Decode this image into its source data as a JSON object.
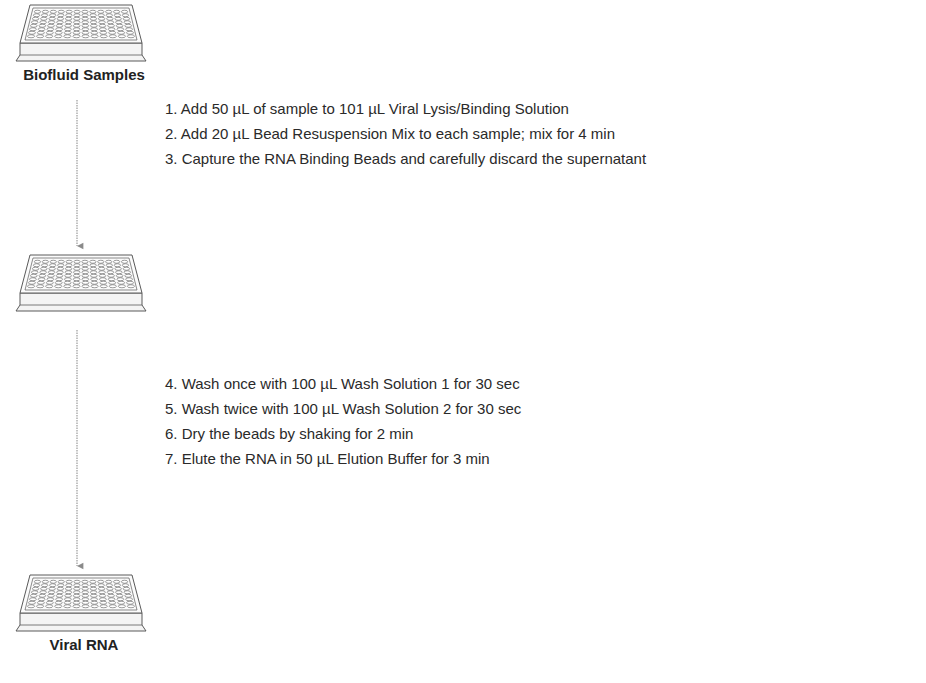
{
  "diagram": {
    "nodes": [
      {
        "text": [
          "Biofluid Samples"
        ]
      },
      {
        "text": [
          "Viral RNA"
        ]
      }
    ],
    "labels": [
      "1. Add 50 µL of sample to 101 µL Viral Lysis/Binding Solution",
      "2. Add 20 µL Bead Resuspension Mix to each sample; mix for 4 min",
      "3. Capture the RNA Binding Beads and carefully discard the supernatant",
      "4. Wash once with 100 µL Wash Solution 1 for 30 sec",
      "5. Wash twice with 100 µL Wash Solution 2 for 30 sec",
      "6. Dry the beads by shaking for 2 min",
      "7. Elute the RNA in 50 µL Elution Buffer for 3 min"
    ]
  }
}
